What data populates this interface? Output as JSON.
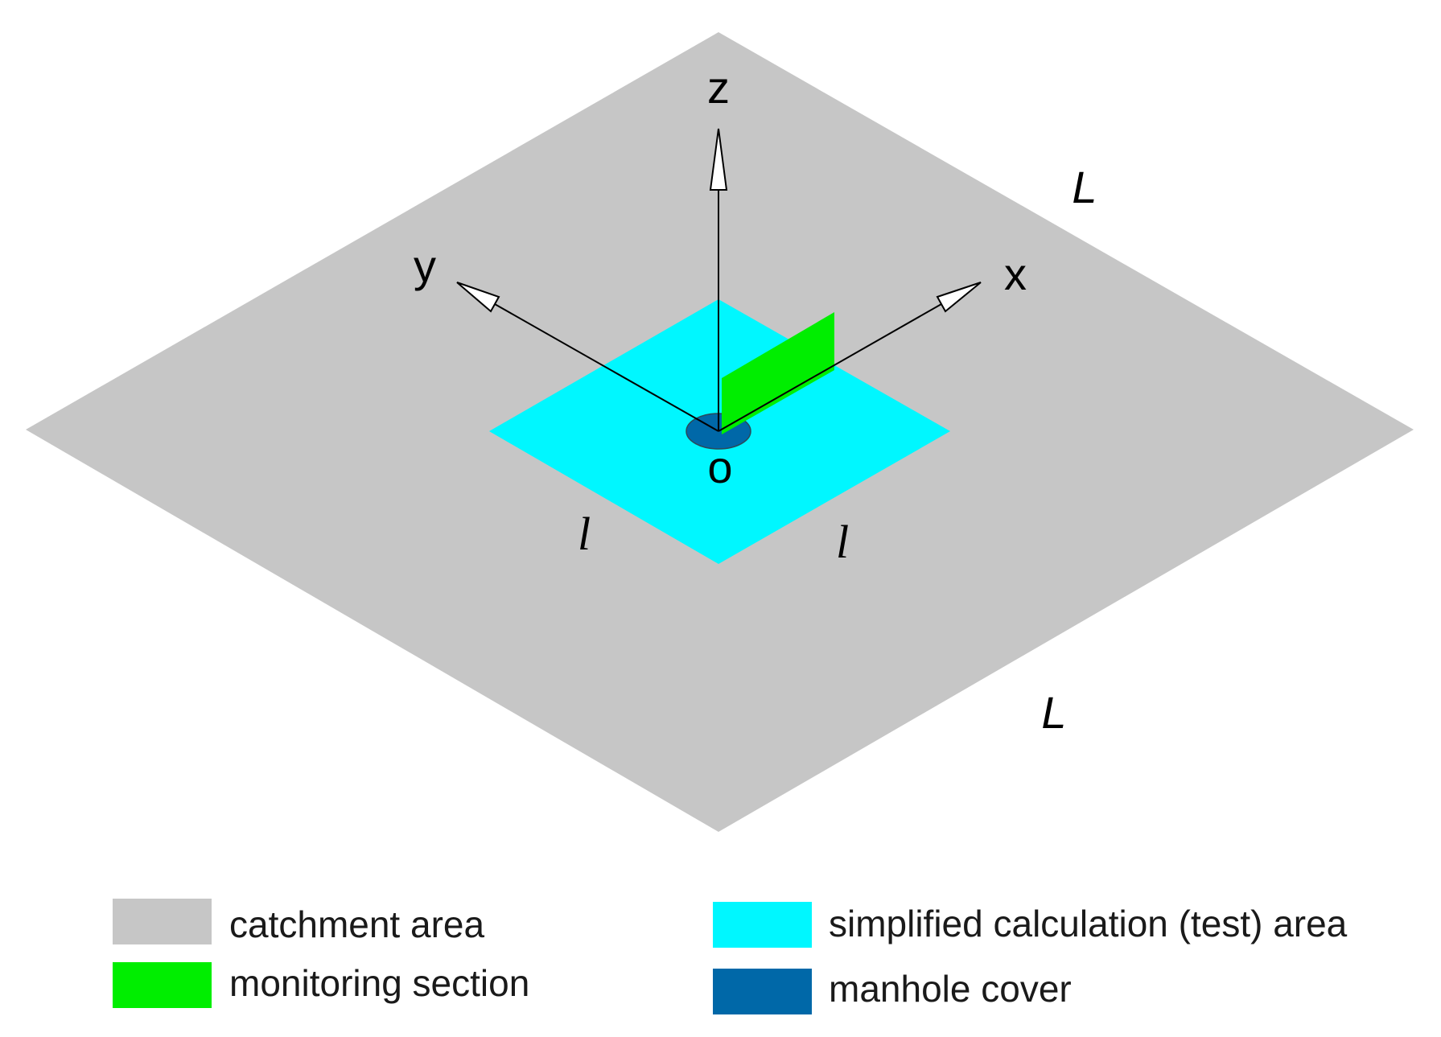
{
  "colors": {
    "catchment": "#c6c6c6",
    "test_area": "#00f7ff",
    "monitoring": "#00ee00",
    "manhole": "#0068a8",
    "axis": "#000000"
  },
  "diagram": {
    "axes": {
      "x": "x",
      "y": "y",
      "z": "z",
      "origin": "o"
    },
    "dimensions": {
      "catchment_side_top": "L",
      "catchment_side_bottom": "L",
      "test_side_left": "l",
      "test_side_right": "l"
    }
  },
  "legend": {
    "items": [
      {
        "label": "catchment area",
        "color_key": "catchment"
      },
      {
        "label": "monitoring section",
        "color_key": "monitoring"
      },
      {
        "label": "simplified calculation (test) area",
        "color_key": "test_area"
      },
      {
        "label": "manhole cover",
        "color_key": "manhole"
      }
    ]
  }
}
